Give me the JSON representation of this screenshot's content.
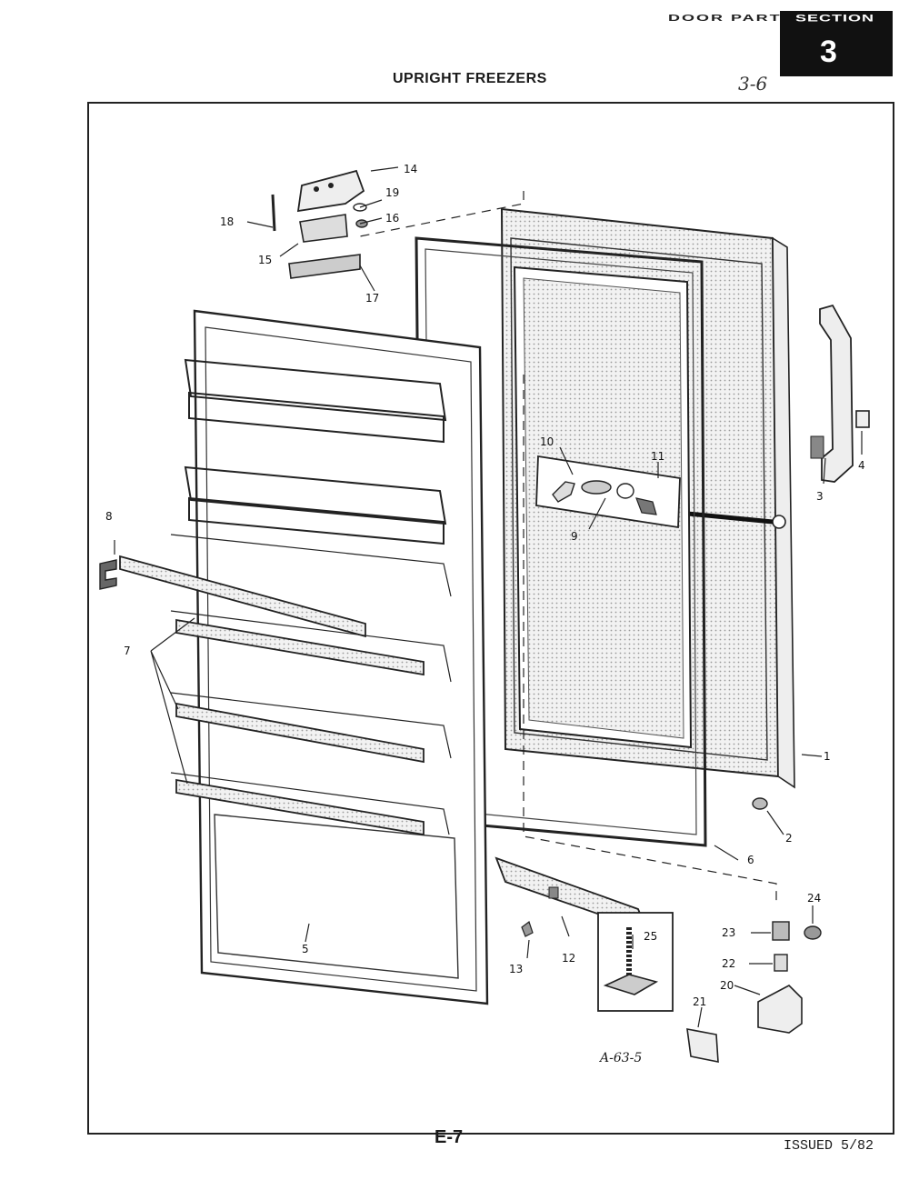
{
  "header": {
    "cut_text": "DOOR PARTS",
    "section_label": "SECTION",
    "section_number": "3",
    "title": "UPRIGHT FREEZERS",
    "handwritten_note": "3-6"
  },
  "diagram": {
    "drawing_code": "A-63-5",
    "callouts": [
      "1",
      "2",
      "3",
      "4",
      "5",
      "6",
      "7",
      "8",
      "9",
      "10",
      "11",
      "12",
      "13",
      "14",
      "15",
      "16",
      "17",
      "18",
      "19",
      "20",
      "21",
      "22",
      "23",
      "24",
      "25"
    ]
  },
  "footer": {
    "page": "E-7",
    "issued": "ISSUED 5/82"
  }
}
